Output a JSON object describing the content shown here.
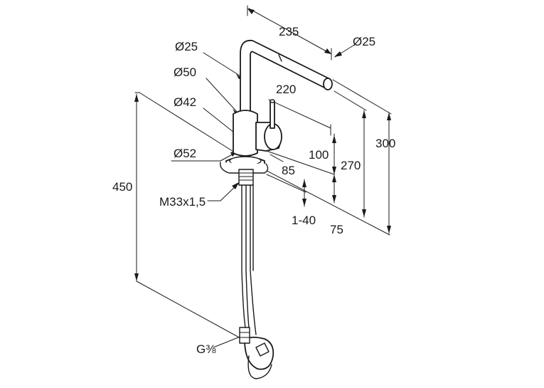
{
  "labels": {
    "d25_top": "Ø25",
    "d25_spout": "Ø25",
    "d50": "Ø50",
    "d42": "Ø42",
    "d52": "Ø52",
    "dim_235": "235",
    "dim_220": "220",
    "dim_300": "300",
    "dim_270": "270",
    "dim_100": "100",
    "dim_85": "85",
    "dim_450": "450",
    "thread": "M33x1,5",
    "dim_1_40": "1-40",
    "dim_75": "75",
    "inlet": "G⅜"
  },
  "colors": {
    "line": "#1a1a1a",
    "background": "#ffffff"
  }
}
